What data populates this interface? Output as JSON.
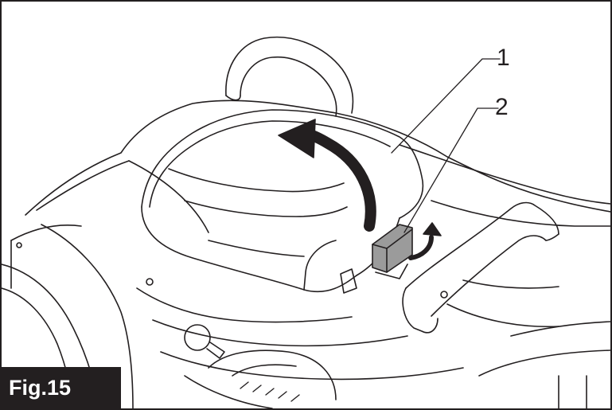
{
  "figure": {
    "label": "Fig.15",
    "callouts": [
      "1",
      "2"
    ],
    "colors": {
      "line": "#231f20",
      "latch_fill": "#9b9b9b",
      "background": "#ffffff"
    }
  }
}
